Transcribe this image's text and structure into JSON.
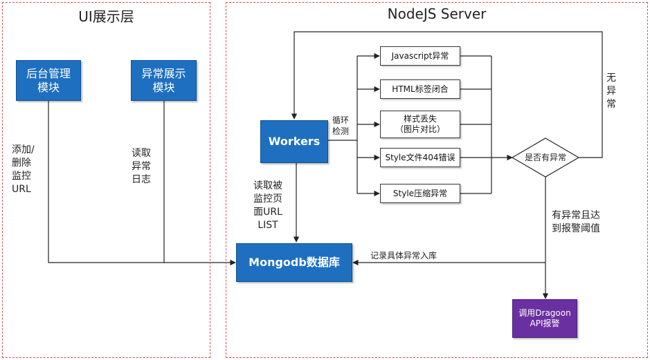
{
  "regions": {
    "ui_layer_title": "UI展示层",
    "server_title": "NodeJS Server"
  },
  "nodes": {
    "admin_module": "后台管理\n模块",
    "error_display_module": "异常展示\n模块",
    "workers": "Workers",
    "mongodb": "Mongodb数据库",
    "js_error": "Javascript异常",
    "html_tag": "HTML标签闭合",
    "style_lost": "样式丢失\n（图片对比）",
    "style_404": "Style文件404错误",
    "style_compress": "Style压缩异常",
    "decision": "是否有异常",
    "dragoon_alert": "调用Dragoon\nAPI报警"
  },
  "edge_labels": {
    "add_delete_url": "添加/\n删除\n监控\nURL",
    "read_error_log": "读取\n异常\n日志",
    "loop_detect": "循环\n检测",
    "read_url_list": "读取被\n监控页\n面URL\nLIST",
    "no_error": "无\n异\n常",
    "error_threshold": "有异常且达\n到报警阈值",
    "record_error": "记录具体异常入库"
  }
}
